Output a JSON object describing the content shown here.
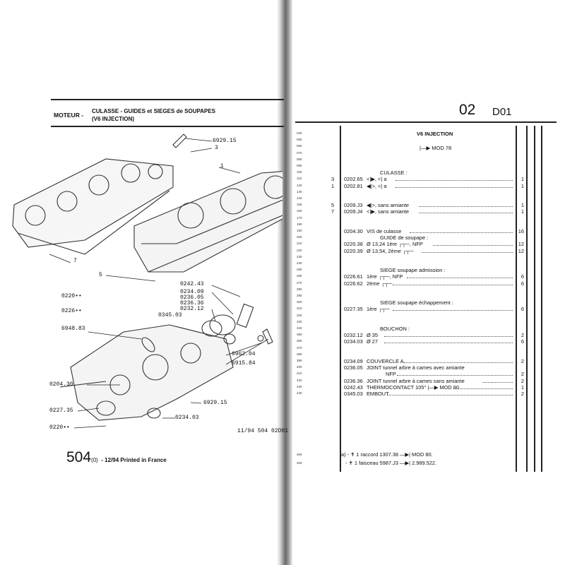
{
  "left_page": {
    "section": "MOTEUR -",
    "title": "CULASSE - GUIDES et SIEGES de SOUPAPES",
    "subtitle": "(V6 INJECTION)",
    "callouts": [
      "6929.15",
      "3",
      "1",
      "7",
      "5",
      "0242.43",
      "0234.09",
      "0236.05",
      "0236.36",
      "0232.12",
      "0220••",
      "0226••",
      "0345.03",
      "6948.83",
      "6962.04",
      "6915.84",
      "0204.30",
      "6929.15",
      "0227.35",
      "0234.03",
      "0220••"
    ],
    "page_ref": "11/94 504 02D01",
    "footer_model": "504",
    "footer_sub": "(0)",
    "footer_text": "- 12/94 Printed in France"
  },
  "right_page": {
    "group": "02",
    "subgroup": "D01",
    "heading": "V6 INJECTION",
    "heading_mod": "|—▶ MOD 78",
    "line_numbers": [
      "040",
      "050",
      "060",
      "070",
      "080",
      "090",
      "100",
      "110",
      "120",
      "130",
      "140",
      "150",
      "160",
      "170",
      "180",
      "190",
      "200",
      "210",
      "220",
      "230",
      "240",
      "250",
      "260",
      "270",
      "280",
      "290",
      "300",
      "310",
      "320",
      "330",
      "340",
      "350",
      "360",
      "370",
      "380",
      "390",
      "400",
      "410",
      "420",
      "430",
      "440",
      "450",
      "460"
    ],
    "rows": [
      {
        "line": 100,
        "ref": "",
        "part": "",
        "desc": "CULASSE :",
        "qty": "",
        "indent": true
      },
      {
        "line": 110,
        "ref": "3",
        "part": "0202.65",
        "desc": "<|▶, <| a",
        "qty": "1"
      },
      {
        "line": 120,
        "ref": "1",
        "part": "0202.81",
        "desc": "◀|>, <| a",
        "qty": "1"
      },
      {
        "line": 150,
        "ref": "5",
        "part": "0209.J3",
        "desc": "◀|>, sans amiante",
        "qty": "1"
      },
      {
        "line": 160,
        "ref": "7",
        "part": "0209.J4",
        "desc": "<|▶, sans amiante",
        "qty": "1"
      },
      {
        "line": 190,
        "ref": "",
        "part": "0204.30",
        "desc": "VIS de culasse",
        "qty": "16"
      },
      {
        "line": 200,
        "ref": "",
        "part": "",
        "desc": "GUIDE de soupape :",
        "qty": "",
        "indent": true
      },
      {
        "line": 210,
        "ref": "",
        "part": "0220.38",
        "desc": "Ø  13,24 1ère ┌┬─, NFP",
        "qty": "12"
      },
      {
        "line": 220,
        "ref": "",
        "part": "0220.39",
        "desc": "Ø  13,54, 2ème ┌┬─",
        "qty": "12"
      },
      {
        "line": 250,
        "ref": "",
        "part": "",
        "desc": "SIEGE soupape admission :",
        "qty": "",
        "indent": true
      },
      {
        "line": 260,
        "ref": "",
        "part": "0226.61",
        "desc": "1ère ┌┬─, NFP",
        "qty": "6"
      },
      {
        "line": 270,
        "ref": "",
        "part": "0226.62",
        "desc": "2ème ┌┬─",
        "qty": "6"
      },
      {
        "line": 300,
        "ref": "",
        "part": "",
        "desc": "SIEGE soupape échappement :",
        "qty": "",
        "indent": true
      },
      {
        "line": 310,
        "ref": "",
        "part": "0227.35",
        "desc": "1ère ┌┬─",
        "qty": "6"
      },
      {
        "line": 340,
        "ref": "",
        "part": "",
        "desc": "BOUCHON :",
        "qty": "",
        "indent": true
      },
      {
        "line": 350,
        "ref": "",
        "part": "0232.12",
        "desc": "Ø  35",
        "qty": "2"
      },
      {
        "line": 360,
        "ref": "",
        "part": "0234.03",
        "desc": "Ø  27",
        "qty": "6"
      },
      {
        "line": 390,
        "ref": "",
        "part": "0234.09",
        "desc": "COUVERCLE  A",
        "qty": "2"
      },
      {
        "line": 400,
        "ref": "",
        "part": "0236.05",
        "desc": "JOINT tunnel arbre à cames avec amiante",
        "qty": "",
        "nodots": true
      },
      {
        "line": 410,
        "ref": "",
        "part": "",
        "desc": "NFP",
        "qty": "2",
        "indent": true
      },
      {
        "line": 420,
        "ref": "",
        "part": "0236.36",
        "desc": "JOINT tunnel arbre à cames sans amiante",
        "qty": "2"
      },
      {
        "line": 430,
        "ref": "",
        "part": "0242.43",
        "desc": "THERMOCONTACT 105° |—▶ MOD 80",
        "qty": "1"
      },
      {
        "line": 440,
        "ref": "",
        "part": "0345.03",
        "desc": "EMBOUT",
        "qty": "2"
      }
    ],
    "notes": [
      {
        "line": 450,
        "text": "a) - ✝ 1 raccord 1307.38 —▶| MOD 80."
      },
      {
        "line": 460,
        "text": "   - ✝ 1 faisceau 5987.J3 —▶| 2.989.522."
      }
    ]
  }
}
